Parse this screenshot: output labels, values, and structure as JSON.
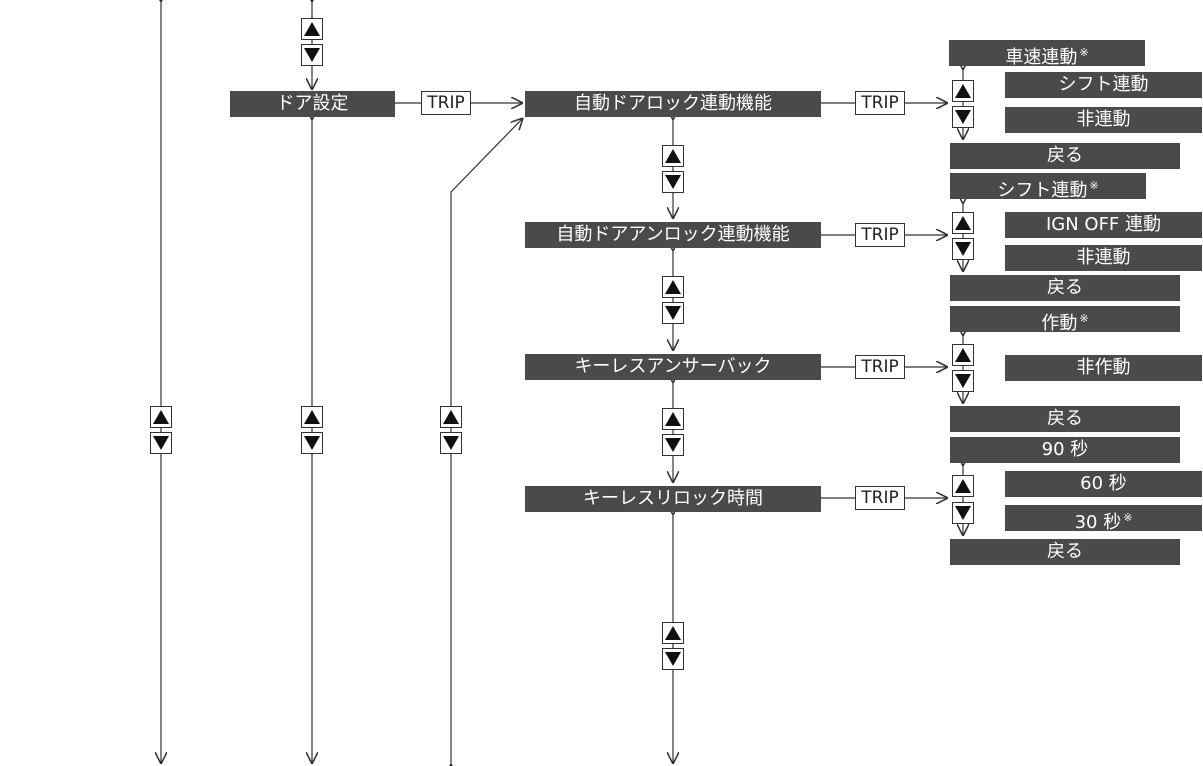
{
  "colors": {
    "box_fill": "#4a4a4a",
    "box_text": "#ffffff",
    "line": "#333333"
  },
  "marks": {
    "note": "※"
  },
  "icons": {
    "up": "up-triangle-icon",
    "down": "down-triangle-icon"
  },
  "trip_label": "TRIP",
  "menu": {
    "door_settings": "ドア設定",
    "auto_lock": "自動ドアロック連動機能",
    "auto_unlock": "自動ドアアンロック連動機能",
    "keyless_answerback": "キーレスアンサーバック",
    "keyless_relock": "キーレスリロック時間"
  },
  "options": {
    "auto_lock": {
      "vehicle_speed": "車速連動",
      "shift": "シフト連動",
      "none": "非連動",
      "back": "戻る"
    },
    "auto_unlock": {
      "shift": "シフト連動",
      "ign_off": "IGN OFF 連動",
      "none": "非連動",
      "back": "戻る"
    },
    "answerback": {
      "on": "作動",
      "off": "非作動",
      "back": "戻る"
    },
    "relock": {
      "s90": "90 秒",
      "s60": "60 秒",
      "s30": "30 秒",
      "back": "戻る"
    }
  }
}
